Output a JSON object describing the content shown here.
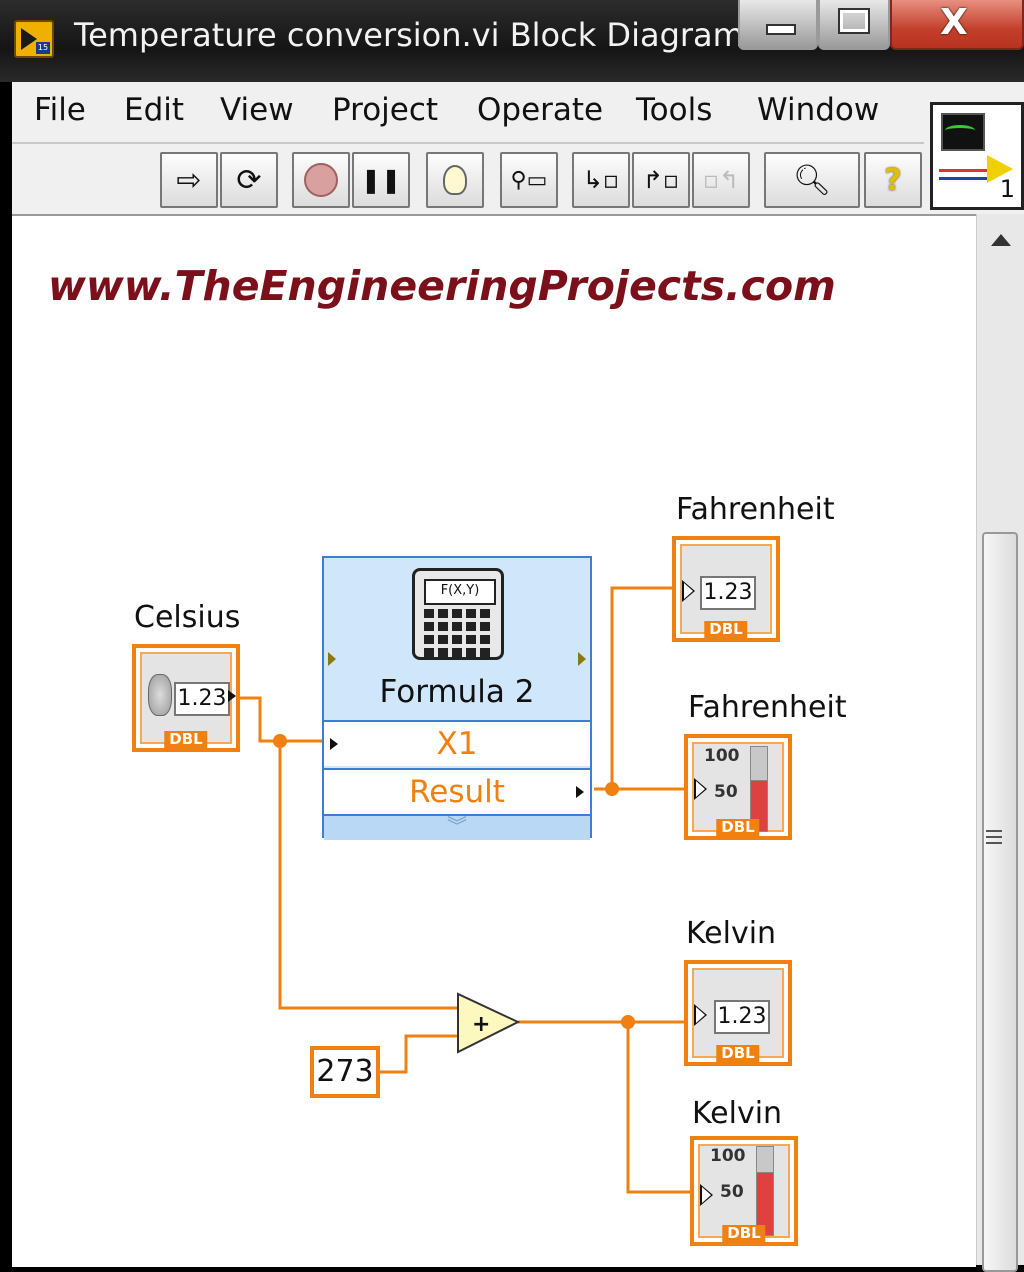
{
  "window": {
    "title": "Temperature conversion.vi Block Diagram *",
    "controls": {
      "minimize_icon": "minimize-icon",
      "maximize_icon": "maximize-icon",
      "close_glyph": "X"
    },
    "vi_icon_number": "1"
  },
  "menu": [
    "File",
    "Edit",
    "View",
    "Project",
    "Operate",
    "Tools",
    "Window"
  ],
  "toolbar": {
    "buttons": [
      "run-arrow-icon",
      "run-continuously-icon",
      "abort-icon",
      "pause-icon",
      "highlight-execution-icon",
      "retain-wire-values-icon",
      "step-into-icon",
      "step-over-icon",
      "step-out-icon",
      "search-icon",
      "help-icon"
    ],
    "pause_glyph": "❚❚",
    "help_glyph": "?"
  },
  "diagram": {
    "watermark": "www.TheEngineeringProjects.com",
    "control": {
      "label": "Celsius",
      "value": "1.23",
      "type": "DBL"
    },
    "formula_node": {
      "label": "Formula 2",
      "screen_text": "F(X,Y)",
      "input": "X1",
      "output": "Result"
    },
    "constant": "273",
    "add_symbol": "+",
    "indicators": [
      {
        "label": "Fahrenheit",
        "kind": "numeric",
        "value": "1.23",
        "type": "DBL"
      },
      {
        "label": "Fahrenheit",
        "kind": "thermometer",
        "scale_high": "100",
        "scale_mid": "50",
        "level": 0.6,
        "type": "DBL"
      },
      {
        "label": "Kelvin",
        "kind": "numeric",
        "value": "1.23",
        "type": "DBL"
      },
      {
        "label": "Kelvin",
        "kind": "thermometer",
        "scale_high": "100",
        "scale_mid": "50",
        "level": 0.7,
        "type": "DBL"
      }
    ]
  }
}
